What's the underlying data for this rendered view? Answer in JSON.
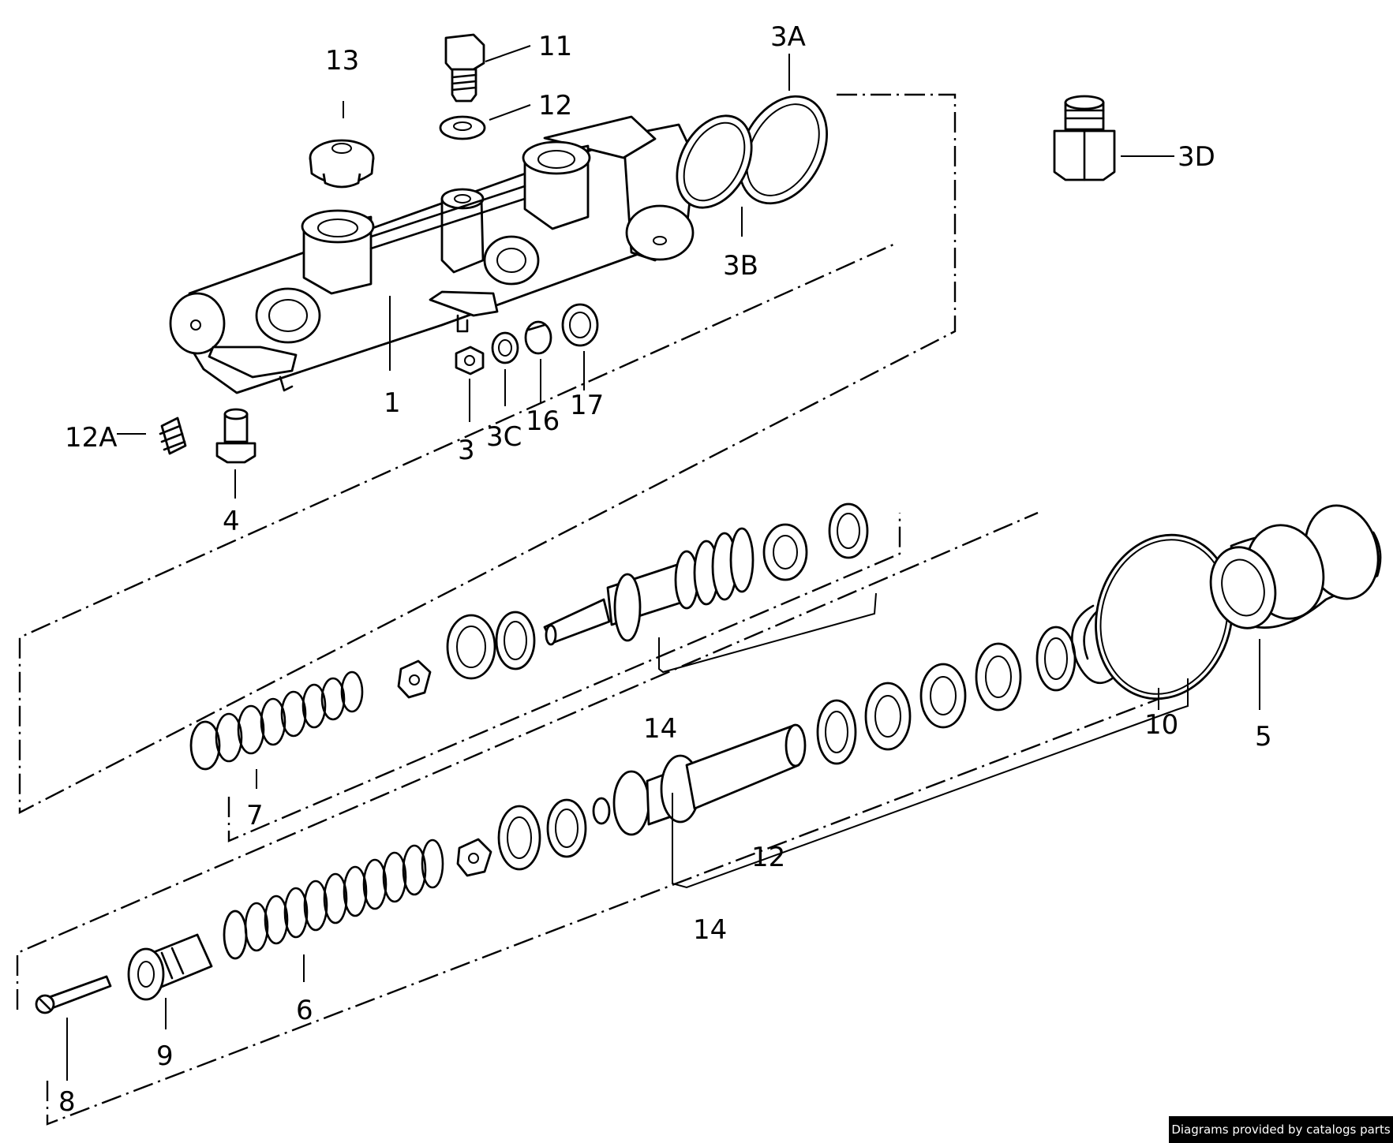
{
  "callouts": {
    "c1": "1",
    "c3": "3",
    "c3A": "3A",
    "c3B": "3B",
    "c3C": "3C",
    "c3D": "3D",
    "c4": "4",
    "c5": "5",
    "c6": "6",
    "c7": "7",
    "c8": "8",
    "c9": "9",
    "c10": "10",
    "c11": "11",
    "c12_top": "12",
    "c12_bottom": "12",
    "c12A": "12A",
    "c13": "13",
    "c14_upper": "14",
    "c14_lower": "14",
    "c16": "16",
    "c17": "17"
  },
  "footer": {
    "credit": "Diagrams provided by catalogs parts"
  }
}
